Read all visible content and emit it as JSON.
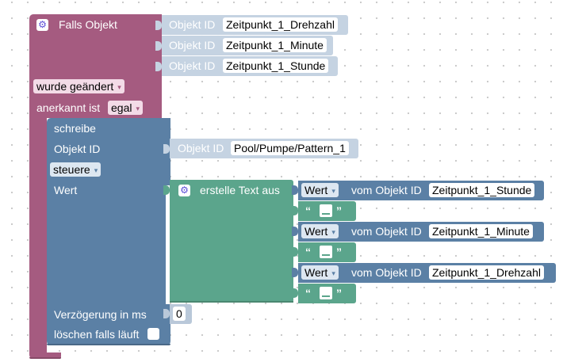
{
  "trigger": {
    "title": "Falls Objekt",
    "obj_label": "Objekt ID",
    "objects": [
      "Zeitpunkt_1_Drehzahl",
      "Zeitpunkt_1_Minute",
      "Zeitpunkt_1_Stunde"
    ],
    "change_option": "wurde geändert",
    "ack_label": "anerkannt ist",
    "ack_option": "egal",
    "dropdown_arrow": "▾"
  },
  "control": {
    "title": "schreibe",
    "obj_label": "Objekt ID",
    "obj_value": "Pool/Pumpe/Pattern_1",
    "mode_option": "steuere",
    "value_label": "Wert",
    "delay_label": "Verzögerung in ms",
    "delay_value": "0",
    "clear_label": "löschen falls läuft"
  },
  "text_block": {
    "title": "erstelle Text aus",
    "items": [
      {
        "field": "Wert",
        "of_label": "vom Objekt ID",
        "object": "Zeitpunkt_1_Stunde"
      },
      {
        "field": "Wert",
        "of_label": "vom Objekt ID",
        "object": "Zeitpunkt_1_Minute"
      },
      {
        "field": "Wert",
        "of_label": "vom Objekt ID",
        "object": "Zeitpunkt_1_Drehzahl"
      }
    ],
    "quote_open": "“",
    "quote_close": "”"
  },
  "icons": {
    "gear": "gear-icon"
  },
  "colors": {
    "trigger": "#a55b80",
    "control": "#5b80a5",
    "text": "#5ba58c",
    "object_id": "#c5d3e2",
    "gear": "#5b4bd6"
  }
}
